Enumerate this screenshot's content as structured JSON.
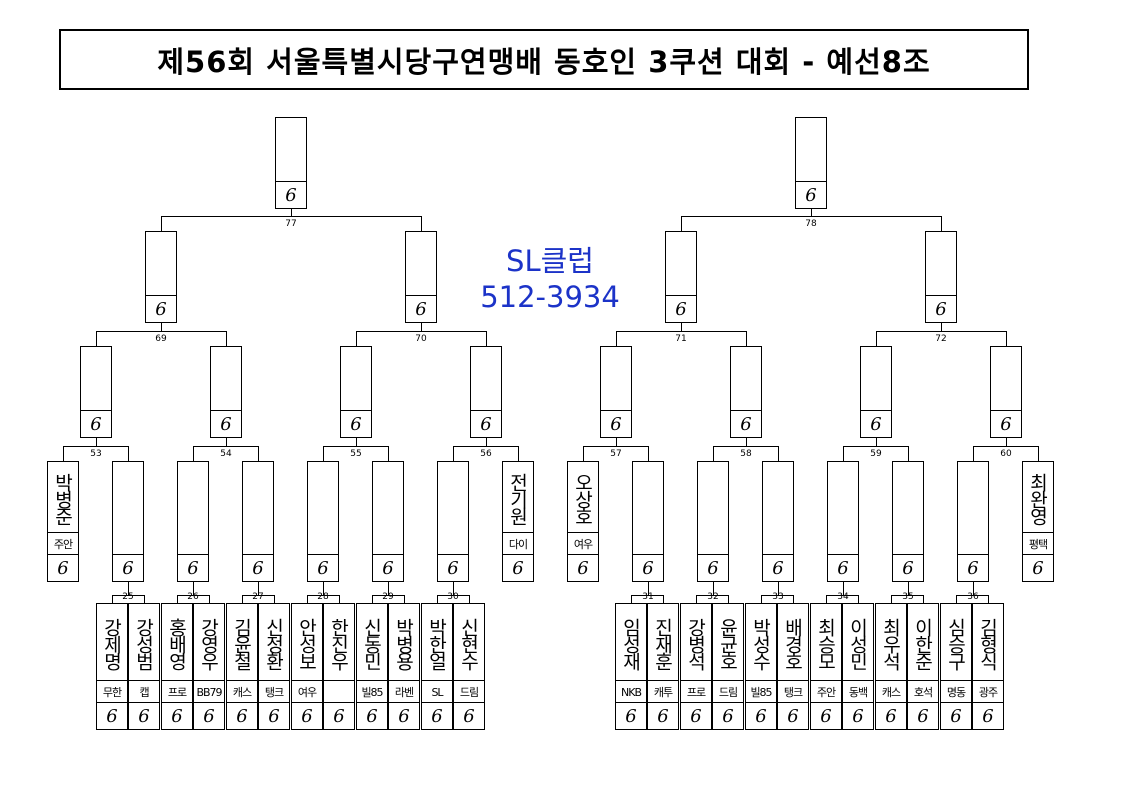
{
  "title": "제56회 서울특별시당구연맹배 동호인 3쿠션 대회 - 예선8조",
  "sponsor": {
    "name": "SL클럽",
    "phone": "512-3934"
  },
  "score_mark": "6",
  "top_matches": [
    "77",
    "78"
  ],
  "third_matches": [
    "69",
    "70",
    "71",
    "72"
  ],
  "second_matches": [
    "53",
    "54",
    "55",
    "56",
    "57",
    "58",
    "59",
    "60"
  ],
  "first_matches": [
    "25",
    "26",
    "27",
    "28",
    "29",
    "30",
    "31",
    "32",
    "33",
    "34",
    "35",
    "36"
  ],
  "byes": [
    {
      "name": "박병준",
      "club": "주안"
    },
    {
      "name": "전기원",
      "club": "다이"
    },
    {
      "name": "오상호",
      "club": "여우"
    },
    {
      "name": "최완영",
      "club": "평택"
    }
  ],
  "players": [
    {
      "name": "강제명",
      "club": "무한"
    },
    {
      "name": "강성범",
      "club": "캡"
    },
    {
      "name": "홍배영",
      "club": "프로"
    },
    {
      "name": "강영우",
      "club": "BB79"
    },
    {
      "name": "김윤철",
      "club": "캐스"
    },
    {
      "name": "신정환",
      "club": "탱크"
    },
    {
      "name": "안성보",
      "club": "여우"
    },
    {
      "name": "한진우",
      "club": ""
    },
    {
      "name": "신동민",
      "club": "빌85"
    },
    {
      "name": "박병용",
      "club": "라벤"
    },
    {
      "name": "박한얼",
      "club": "SL"
    },
    {
      "name": "신현수",
      "club": "드림"
    },
    {
      "name": "임성재",
      "club": "NKB"
    },
    {
      "name": "진재훈",
      "club": "캐투"
    },
    {
      "name": "강병석",
      "club": "프로"
    },
    {
      "name": "윤균호",
      "club": "드림"
    },
    {
      "name": "박성수",
      "club": "빌85"
    },
    {
      "name": "배경호",
      "club": "탱크"
    },
    {
      "name": "최승모",
      "club": "주안"
    },
    {
      "name": "이성민",
      "club": "동백"
    },
    {
      "name": "최우석",
      "club": "캐스"
    },
    {
      "name": "이한준",
      "club": "호석"
    },
    {
      "name": "심승구",
      "club": "명동"
    },
    {
      "name": "김형식",
      "club": "광주"
    }
  ]
}
